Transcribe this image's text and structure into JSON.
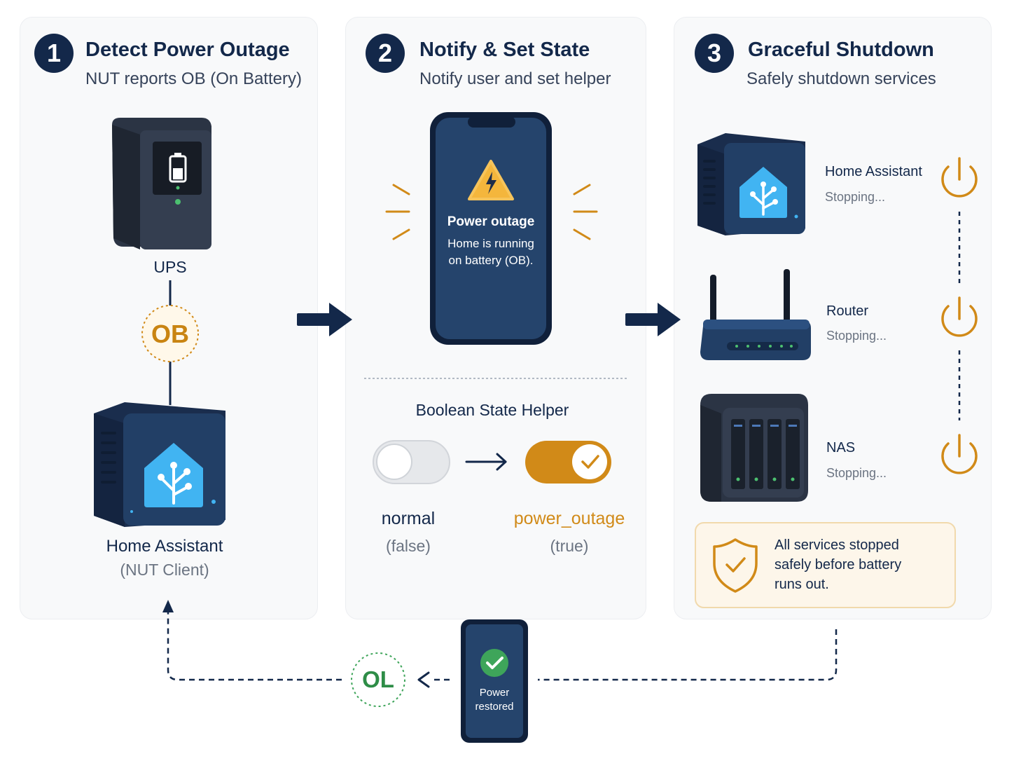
{
  "colors": {
    "navy": "#13284a",
    "device_blue": "#21416b",
    "accent_orange": "#d18a18",
    "success_green": "#3ea55a",
    "ha_blue": "#41b4f2",
    "panel_bg": "#f8f9fa"
  },
  "steps": [
    {
      "number": "1",
      "title": "Detect Power Outage",
      "subtitle": "NUT reports OB (On Battery)"
    },
    {
      "number": "2",
      "title": "Notify & Set State",
      "subtitle": "Notify user and set helper"
    },
    {
      "number": "3",
      "title": "Graceful Shutdown",
      "subtitle": "Safely shutdown services"
    }
  ],
  "detect": {
    "ups_label": "UPS",
    "ob_badge": "OB",
    "ha_label": "Home Assistant",
    "ha_sub": "(NUT Client)"
  },
  "notify": {
    "phone_title": "Power outage",
    "phone_body_1": "Home is running",
    "phone_body_2": "on battery (OB).",
    "helper_title": "Boolean State Helper",
    "off_state": "normal",
    "off_value": "(false)",
    "on_state": "power_outage",
    "on_value": "(true)"
  },
  "shutdown": {
    "services": [
      {
        "name": "Home Assistant",
        "status": "Stopping...",
        "icon": "home-assistant-box-icon"
      },
      {
        "name": "Router",
        "status": "Stopping...",
        "icon": "router-icon"
      },
      {
        "name": "NAS",
        "status": "Stopping...",
        "icon": "nas-icon"
      }
    ],
    "summary_1": "All services stopped",
    "summary_2": "safely before battery",
    "summary_3": "runs out."
  },
  "restore": {
    "ol_badge": "OL",
    "phone_line_1": "Power",
    "phone_line_2": "restored"
  }
}
